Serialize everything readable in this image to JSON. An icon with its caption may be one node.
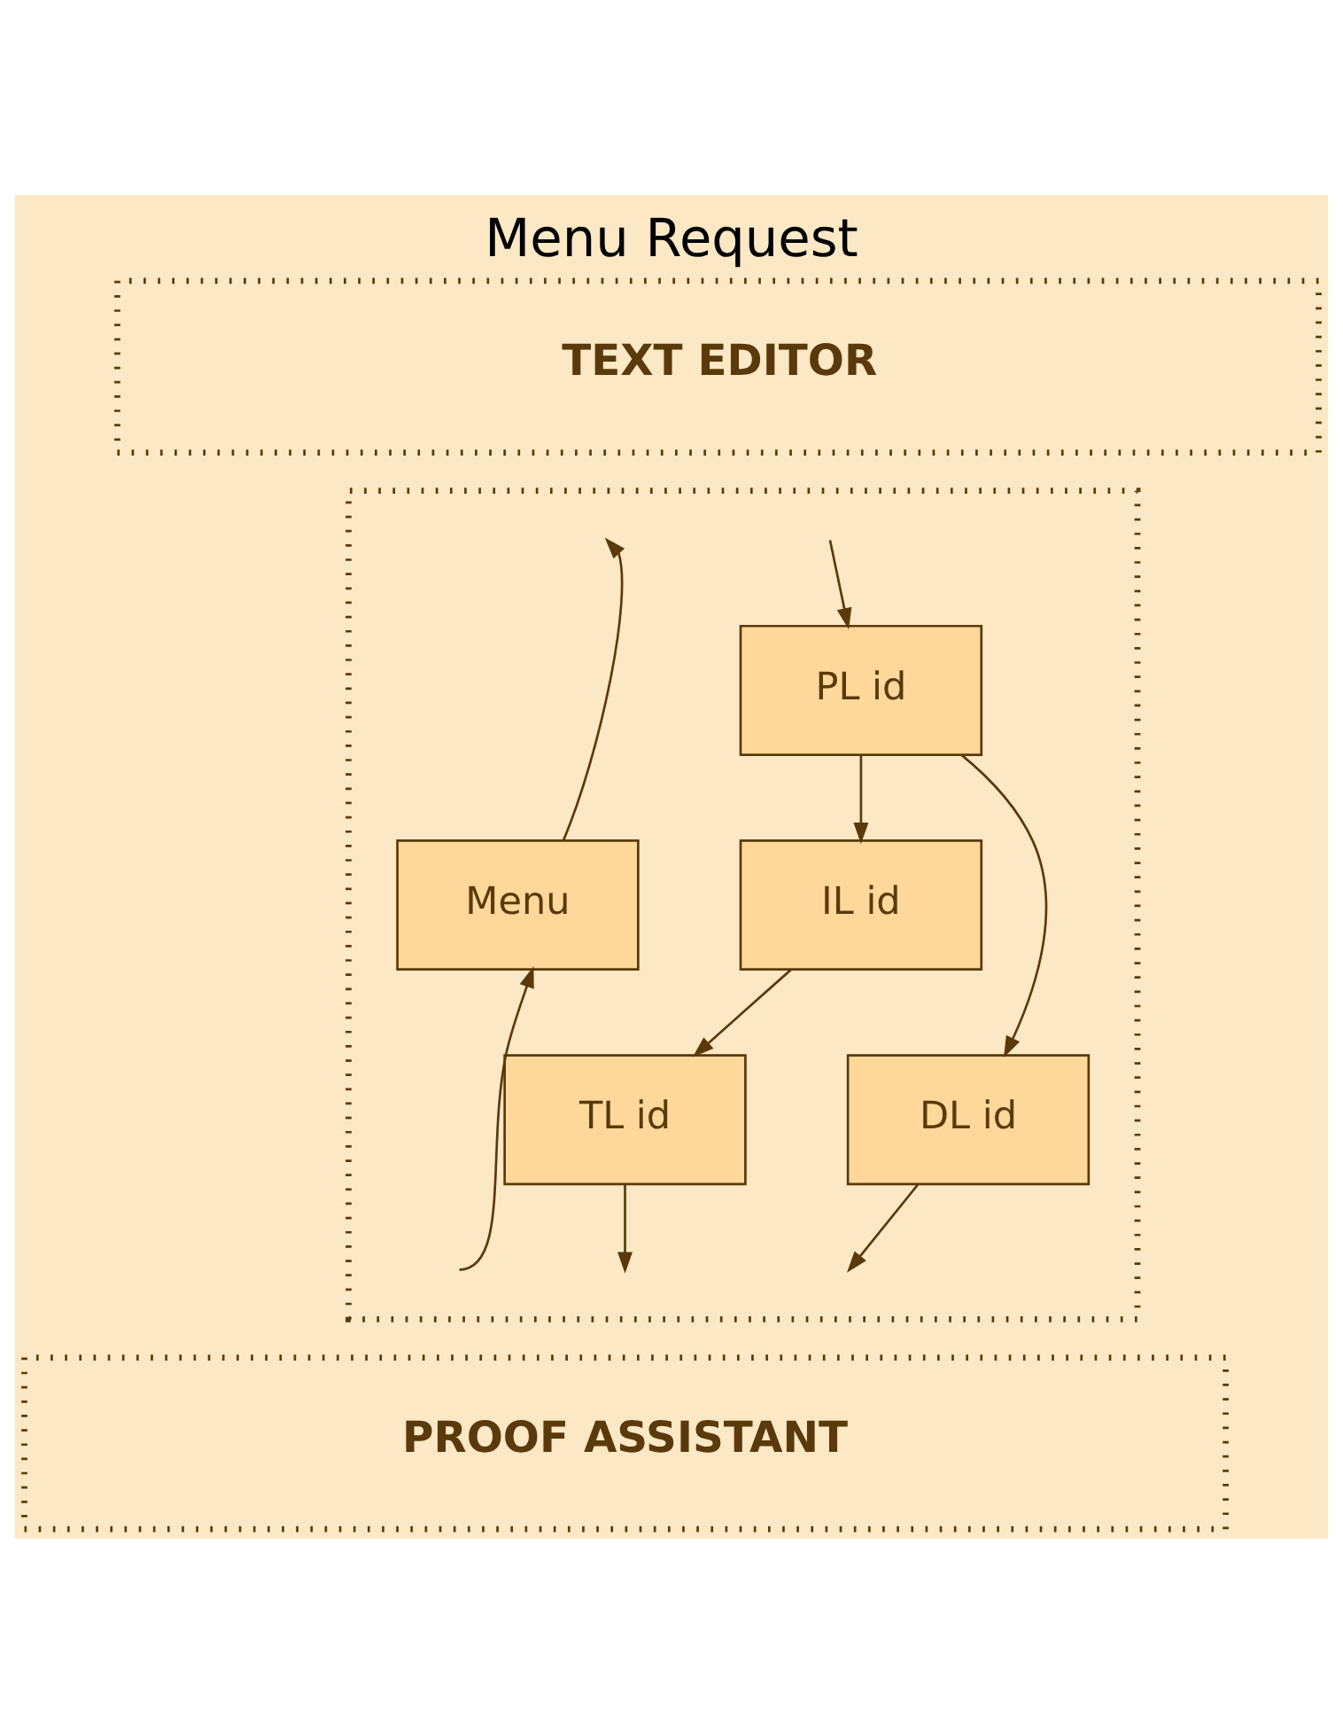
{
  "diagram": {
    "title": "Menu Request",
    "nodes": [
      {
        "text": [
          "TEXT EDITOR"
        ]
      },
      {
        "text": [],
        "shape": "box"
      },
      {
        "text": [
          "PL id"
        ],
        "in": 1
      },
      {
        "text": [
          "IL id"
        ],
        "in": 1
      },
      {
        "text": [
          "Menu"
        ],
        "in": 1
      },
      {
        "text": [
          "DL id"
        ],
        "in": 1
      },
      {
        "text": [
          "TL id"
        ],
        "in": 1
      },
      {
        "text": [
          "PROOF ASSISTANT"
        ]
      }
    ],
    "edges": [
      {
        "from": null,
        "to": 2,
        "arrow": "to"
      },
      {
        "from": 2,
        "to": 5,
        "arrow": "to"
      },
      {
        "from": 2,
        "to": 3,
        "arrow": "to"
      },
      {
        "from": 3,
        "to": 6,
        "arrow": "to"
      },
      {
        "from": 5,
        "to": null,
        "arrow": "to"
      },
      {
        "from": 6,
        "to": null,
        "arrow": "to"
      },
      {
        "from": null,
        "to": 4,
        "arrow": "to"
      },
      {
        "from": 4,
        "to": null,
        "arrow": "to"
      }
    ]
  }
}
